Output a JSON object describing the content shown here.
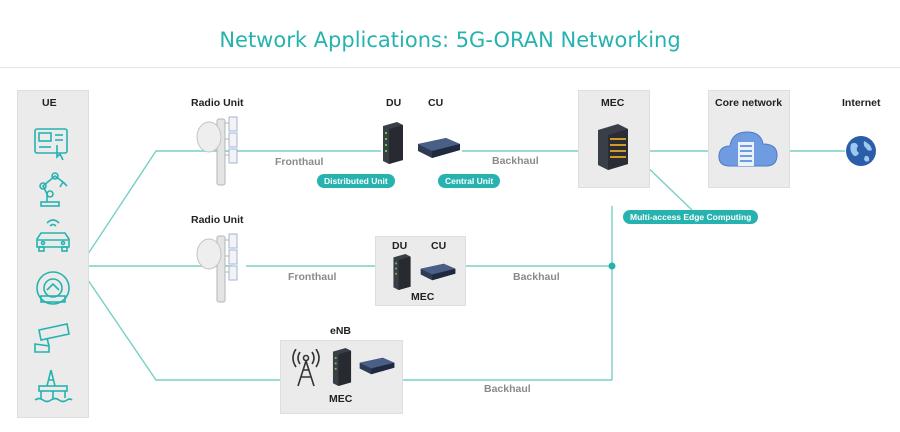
{
  "title": "Network Applications: 5G-ORAN Networking",
  "nodes": {
    "ue": "UE",
    "radio_unit_1": "Radio Unit",
    "du_1": "DU",
    "cu_1": "CU",
    "mec_top": "MEC",
    "core_network": "Core network",
    "internet": "Internet",
    "radio_unit_2": "Radio Unit",
    "du_2": "DU",
    "cu_2": "CU",
    "mec_mid": "MEC",
    "enb": "eNB",
    "mec_bottom": "MEC"
  },
  "links": {
    "fronthaul_1": "Fronthaul",
    "backhaul_1": "Backhaul",
    "fronthaul_2": "Fronthaul",
    "backhaul_2": "Backhaul",
    "backhaul_3": "Backhaul"
  },
  "badges": {
    "distributed_unit": "Distributed Unit",
    "central_unit": "Central Unit",
    "mec": "Multi-access Edge Computing"
  },
  "ue_icons": [
    "hmi-panel-icon",
    "robot-arm-icon",
    "connected-car-icon",
    "mri-scanner-icon",
    "cctv-camera-icon",
    "oil-rig-icon"
  ],
  "colors": {
    "accent": "#26b3b0",
    "line": "#79cfc6",
    "box": "#ebebeb"
  }
}
